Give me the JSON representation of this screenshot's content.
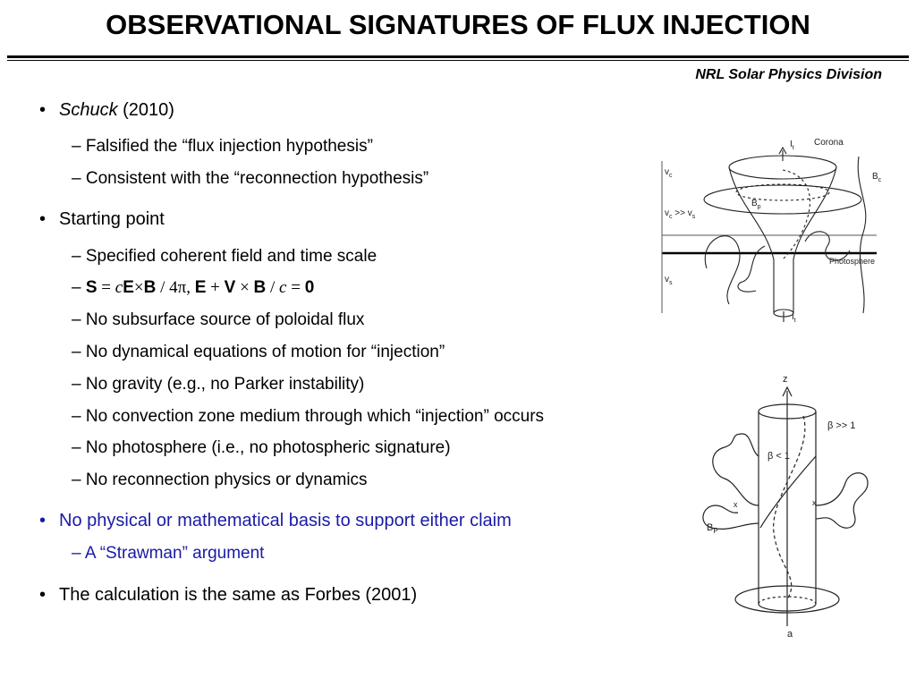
{
  "title": "OBSERVATIONAL SIGNATURES OF FLUX INJECTION",
  "org": "NRL Solar Physics Division",
  "bullets": {
    "b1": {
      "author": "Schuck",
      "year": " (2010)"
    },
    "b1_sub": [
      "Falsified the “flux injection hypothesis”",
      "Consistent with the “reconnection hypothesis”"
    ],
    "b2": "Starting point",
    "b2_sub": [
      "Specified coherent field and time scale",
      "No subsurface source of poloidal flux",
      "No dynamical equations of motion for “injection”",
      "No gravity (e.g., no Parker instability)",
      "No convection zone medium through which “injection” occurs",
      "No photosphere (i.e., no photospheric signature)",
      "No reconnection physics or dynamics"
    ],
    "eq": {
      "S": "S",
      "eq1": " = ",
      "c1": "c",
      "E1": "E",
      "times1": "×",
      "B1": "B",
      "rest1": " / 4π,  ",
      "E2": "E",
      "plus": " + ",
      "V": "V",
      "times2": " × ",
      "B2": "B",
      "slash": " / ",
      "c2": "c",
      "eq2": " = ",
      "zero": "0"
    },
    "b3": "No physical or mathematical basis to support either claim",
    "b3_sub": "A “Strawman” argument",
    "b4": "The calculation is the same as Forbes (2001)"
  },
  "fig1": {
    "It_top": "I",
    "It_top_sub": "t",
    "corona": "Corona",
    "vc": "v",
    "vc_sub": "c",
    "Bc": "B",
    "Bc_sub": "c",
    "Bp": "B",
    "Bp_sub": "p",
    "vcvs": "v",
    "vcvs_sub1": "c",
    "vcvs_mid": " >> v",
    "vcvs_sub2": "s",
    "photosphere": "Photosphere",
    "vs": "v",
    "vs_sub": "s",
    "It_bot": "I",
    "It_bot_sub": "t"
  },
  "fig2": {
    "z": "z",
    "beta_gt": "β >> 1",
    "beta_lt": "β < 1",
    "Bp": "B",
    "Bp_sub": "P",
    "x": "x",
    "a": "a"
  }
}
